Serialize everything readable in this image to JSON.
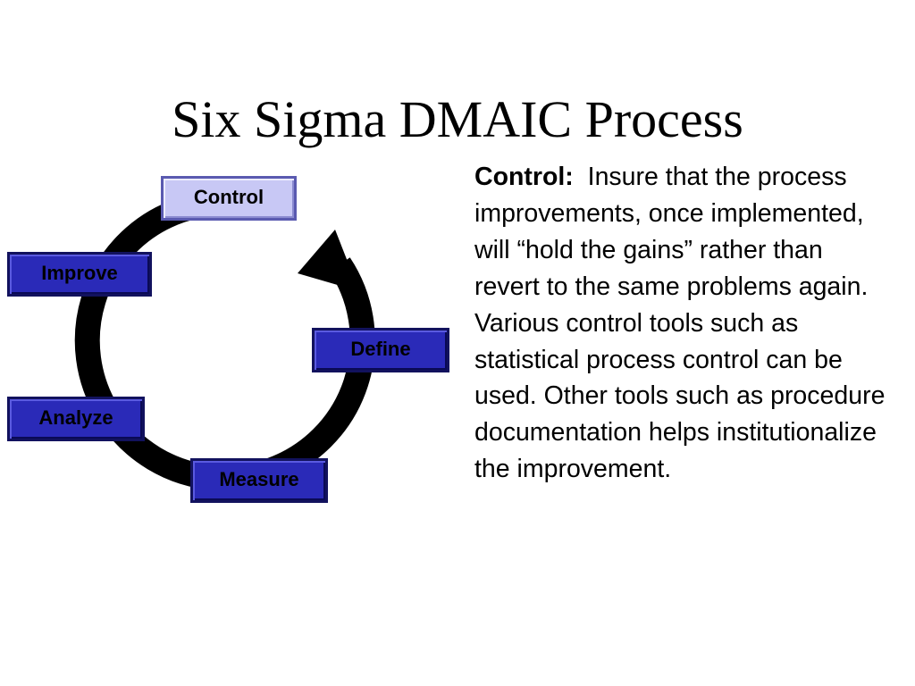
{
  "slide": {
    "title": "Six Sigma DMAIC Process"
  },
  "cycle": {
    "steps": [
      {
        "id": "control",
        "label": "Control",
        "active": true
      },
      {
        "id": "improve",
        "label": "Improve",
        "active": false
      },
      {
        "id": "define",
        "label": "Define",
        "active": false
      },
      {
        "id": "analyze",
        "label": "Analyze",
        "active": false
      },
      {
        "id": "measure",
        "label": "Measure",
        "active": false
      }
    ],
    "colors": {
      "box_fill": "#2a2ab8",
      "box_active_fill": "#c8c8f5",
      "arrow": "#000000"
    }
  },
  "description": {
    "heading": "Control:",
    "body": "Insure that the process improvements, once implemented, will “hold the gains” rather than revert to the same problems again.  Various control tools such as statistical process control can be used.  Other tools such as procedure documentation helps institutionalize the improvement."
  }
}
